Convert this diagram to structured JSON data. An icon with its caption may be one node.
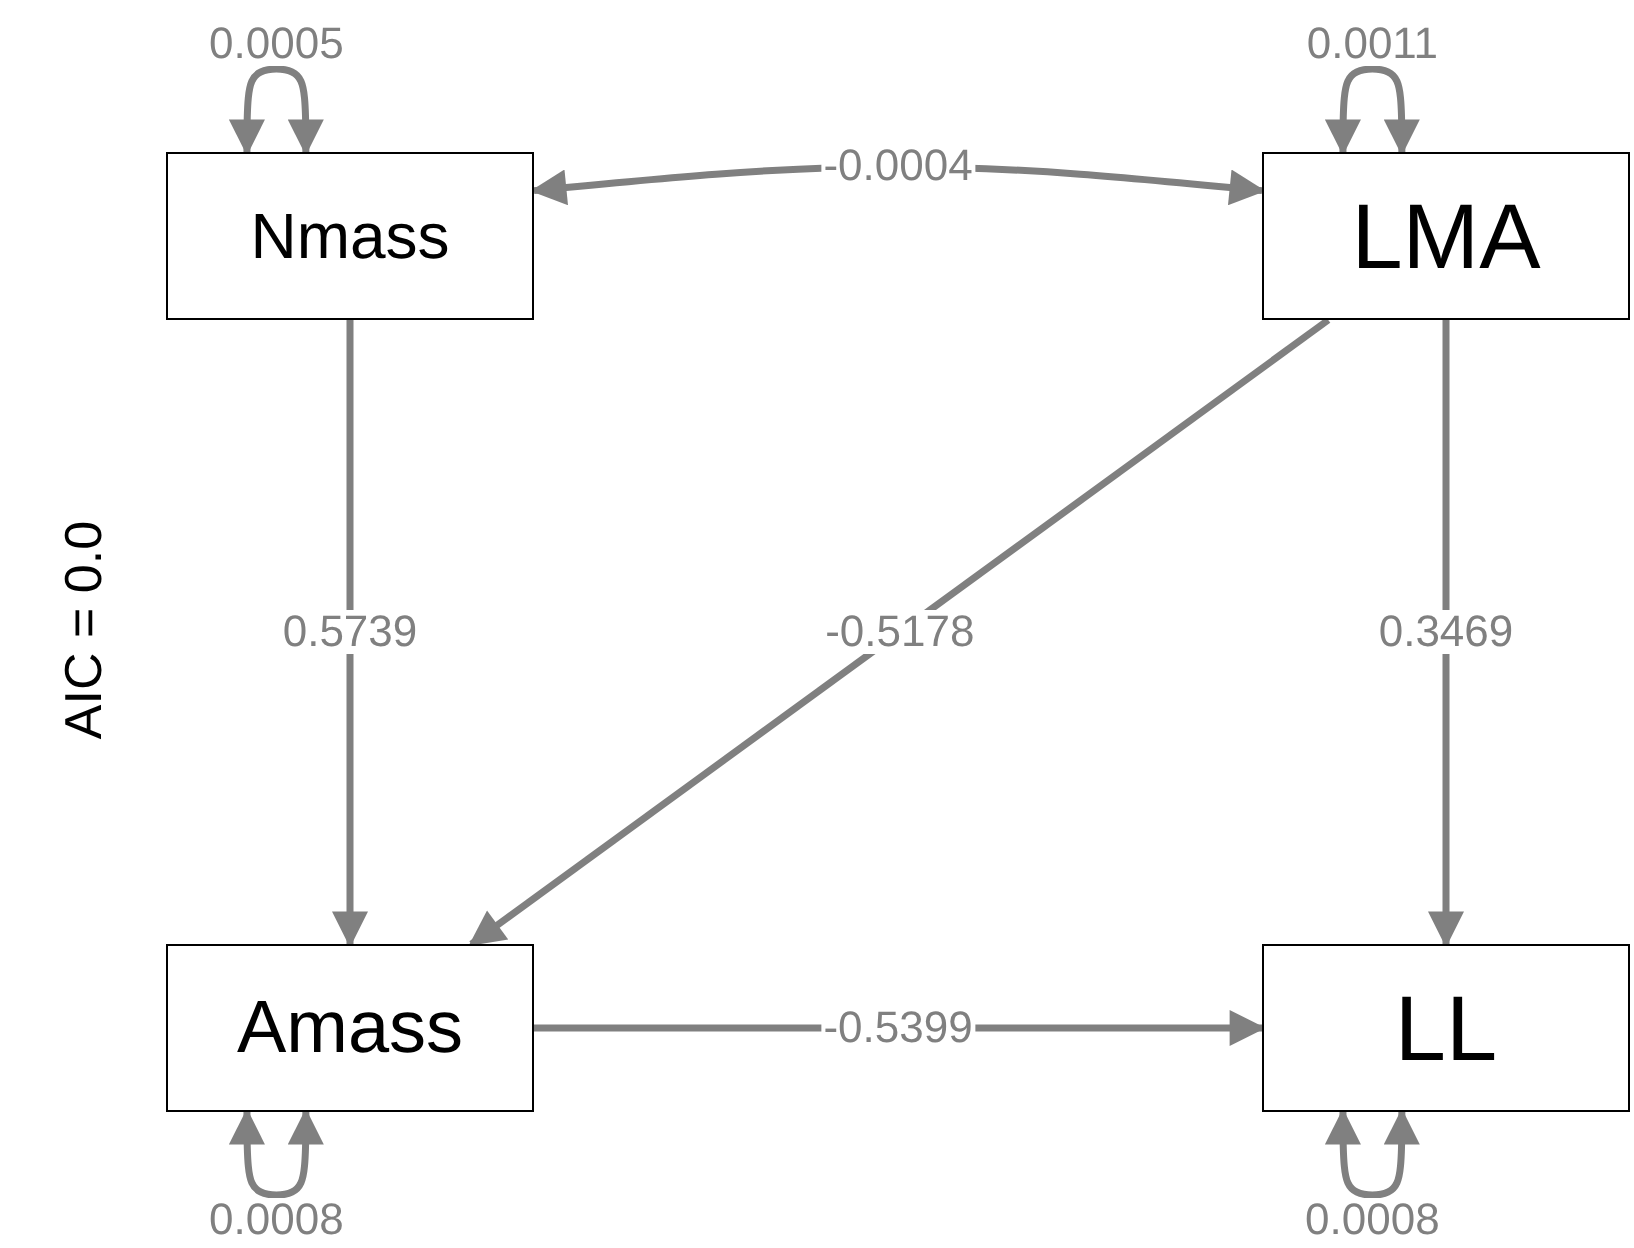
{
  "diagram": {
    "nodes": [
      {
        "text": [
          "Nmass"
        ]
      },
      {
        "text": [
          "LMA"
        ]
      },
      {
        "text": [
          "Amass"
        ]
      },
      {
        "text": [
          "LL"
        ]
      }
    ],
    "edges": [
      {
        "from": 0,
        "to": 0,
        "arrow": "both",
        "label": "0.0005"
      },
      {
        "from": 1,
        "to": 1,
        "arrow": "both",
        "label": "0.0011"
      },
      {
        "from": 0,
        "to": 1,
        "arrow": "both",
        "label": "-0.0004"
      },
      {
        "from": 0,
        "to": 2,
        "arrow": "to",
        "label": "0.5739"
      },
      {
        "from": 1,
        "to": 2,
        "arrow": "to",
        "label": "-0.5178"
      },
      {
        "from": 1,
        "to": 3,
        "arrow": "to",
        "label": "0.3469"
      },
      {
        "from": 2,
        "to": 3,
        "arrow": "to",
        "label": "-0.5399"
      },
      {
        "from": 2,
        "to": 2,
        "arrow": "both",
        "label": "0.0008"
      },
      {
        "from": 3,
        "to": 3,
        "arrow": "both",
        "label": "0.0008"
      }
    ],
    "labels": [
      "AIC = 0.0"
    ]
  }
}
